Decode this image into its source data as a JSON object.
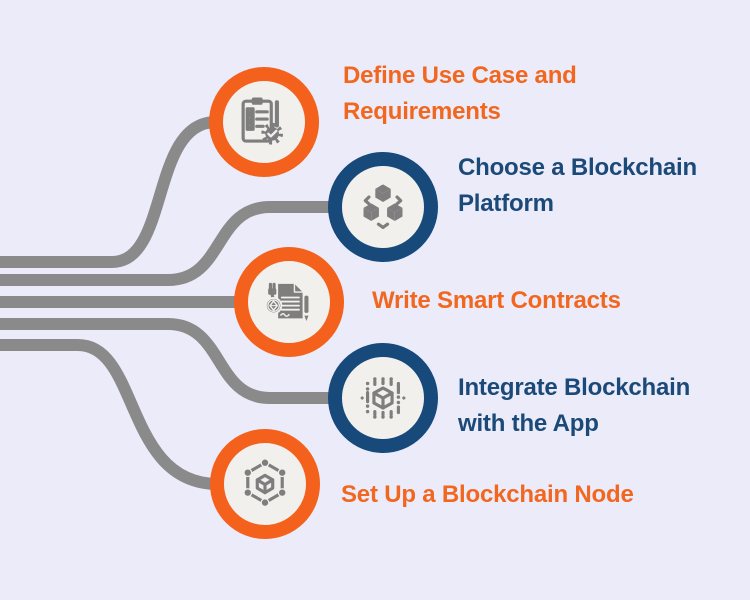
{
  "colors": {
    "background": "#ECEBF9",
    "ring_orange": "#F4611C",
    "ring_navy": "#17497B",
    "text_orange": "#F2671F",
    "text_navy": "#1B4A78",
    "connector_gray": "#8A8A8A",
    "icon_gray": "#7E7E7E",
    "circle_fill": "#F1F0ED"
  },
  "steps": [
    {
      "label": "Define Use Case and Requirements",
      "ring": "orange",
      "icon": "clipboard-checklist-icon"
    },
    {
      "label": "Choose a Blockchain Platform",
      "ring": "navy",
      "icon": "linked-cubes-icon"
    },
    {
      "label": "Write Smart Contracts",
      "ring": "orange",
      "icon": "smart-contract-icon"
    },
    {
      "label": "Integrate Blockchain with the App",
      "ring": "navy",
      "icon": "blockchain-circuit-icon"
    },
    {
      "label": "Set Up a Blockchain Node",
      "ring": "orange",
      "icon": "blockchain-node-icon"
    }
  ]
}
